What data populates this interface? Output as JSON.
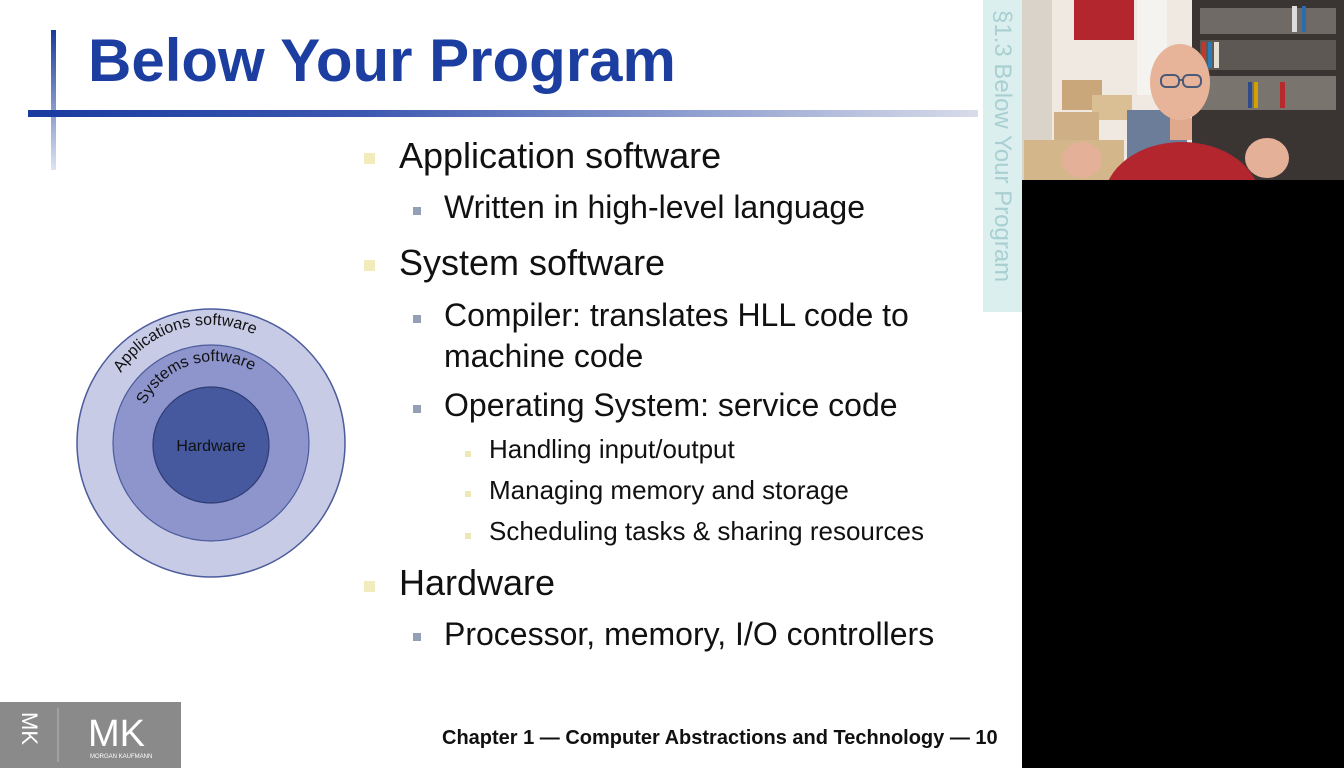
{
  "slide": {
    "title": "Below Your Program",
    "section_tab": "§1.3 Below Your Program",
    "bullets": {
      "b1": "Application software",
      "b1_1": "Written in high-level language",
      "b2": "System software",
      "b2_1_line1": "Compiler: translates HLL code to",
      "b2_1_line2": "machine code",
      "b2_2": "Operating System: service code",
      "b2_2_1": "Handling input/output",
      "b2_2_2": "Managing memory and storage",
      "b2_2_3": "Scheduling tasks & sharing resources",
      "b3": "Hardware",
      "b3_1": "Processor, memory, I/O controllers"
    },
    "diagram": {
      "outer_label": "Applications software",
      "middle_label": "Systems software",
      "inner_label": "Hardware"
    },
    "footer": {
      "logo_left": "MK",
      "logo_text": "MK",
      "logo_sub": "MORGAN KAUFMANN",
      "caption": "Chapter 1 — Computer Abstractions and Technology — 10"
    }
  },
  "colors": {
    "title": "#1c3ea0",
    "outer_ring": "#c8cbe6",
    "middle_ring": "#8e95cc",
    "core": "#46599e"
  },
  "webcam": {
    "icon": "presenter-video-feed"
  }
}
